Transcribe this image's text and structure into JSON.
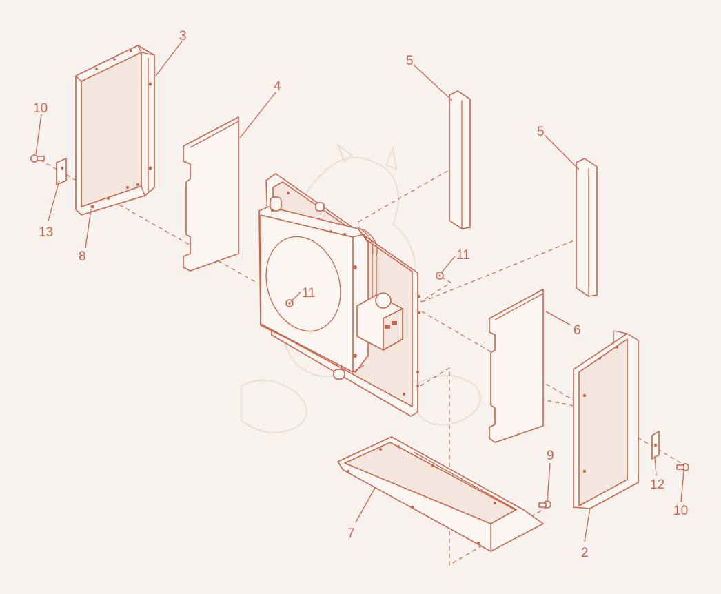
{
  "colors": {
    "ink": "#c8654a",
    "background": "#f7f2ee",
    "watermark": "#ece2da"
  },
  "callouts": {
    "c3": "3",
    "c4": "4",
    "c5a": "5",
    "c5b": "5",
    "c10a": "10",
    "c13": "13",
    "c8": "8",
    "c11a": "11",
    "c11b": "11",
    "c6": "6",
    "c9": "9",
    "c7": "7",
    "c12": "12",
    "c10b": "10",
    "c2": "2"
  }
}
